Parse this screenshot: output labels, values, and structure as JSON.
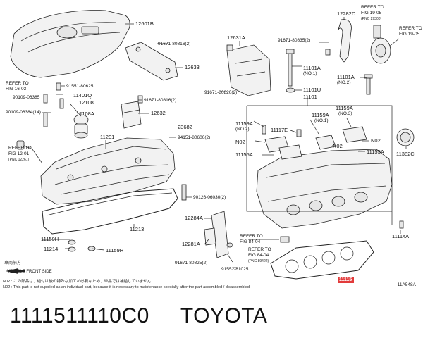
{
  "diagram": {
    "labels": {
      "p12601b": "12601B",
      "p91671_80816_top": "91671-80816(2)",
      "p12633": "12633",
      "refer_16_03_a": "REFER TO",
      "refer_16_03_b": "FIG 16-03",
      "p90109_06385": "90109-06385",
      "p91551_80625": "91551-80625",
      "p11401q": "11401Q",
      "p12108": "12108",
      "p90109_06384": "90109-06384(14)",
      "p12108a": "12108A",
      "p91671_80816_mid": "91671-80816(2)",
      "p12632": "12632",
      "p23682": "23682",
      "p94151_80600": "94151-80600(2)",
      "p11201": "11201",
      "refer_12_01_a": "REFER TO",
      "refer_12_01_b": "FIG 12-01",
      "refer_12_01_c": "(PNC 12261)",
      "p90126_06030": "90126-06030(2)",
      "p11213": "11213",
      "p11159h_a": "11159H",
      "p11214": "11214",
      "p11159h_b": "11159H",
      "p12631a": "12631A",
      "p91671_80820": "91671-80820(2)",
      "p11101a": "11101A",
      "p11101a_no": "(NO.1)",
      "p11101u": "11101U",
      "p11101": "11101",
      "p12282d": "12282D",
      "p91671_80835": "91671-80835(2)",
      "refer_19_05a_a": "REFER TO",
      "refer_19_05a_b": "FIG 19-05",
      "refer_19_05a_c": "(PNC 29300)",
      "refer_19_05b_a": "REFER TO",
      "refer_19_05b_b": "FIG 19-05",
      "p11101a_no2_a": "11101A",
      "p11101a_no2_b": "(NO.2)",
      "p11159a_no1_a": "11159A",
      "p11159a_no1_b": "(NO.1)",
      "p11159a_no2_a": "11159A",
      "p11159a_no2_b": "(NO.2)",
      "p11159a_no3_a": "11159A",
      "p11159a_no3_b": "(NO.3)",
      "p11117e": "11117E",
      "n02_a": "N02",
      "n02_b": "N02",
      "n02_c": "N02",
      "p11155a_a": "11155A",
      "p11155a_b": "11155A",
      "p11382c": "11382C",
      "p12284a": "12284A",
      "p12281a": "12281A",
      "refer_84_04a_a": "REFER TO",
      "refer_84_04a_b": "FIG 84-04",
      "refer_84_04b_a": "REFER TO",
      "refer_84_04b_b": "FIG 84-04",
      "refer_84_04b_c": "(PNC 89422)",
      "p91671_80825": "91671-80825(2)",
      "p91552_81025": "91552-81025",
      "p11114a": "11114A",
      "p11115": "11115"
    }
  },
  "front": {
    "jp": "車両前方",
    "en": "VEHICLE FRONT SIDE"
  },
  "notes": {
    "line1": "N02 : この部品は、組付け後の特殊な加工が必要なため、単品では補給していません",
    "line2": "N02 : This part is not supplied as an individual part, because it is necessary to maintenance specially after the part assembled / disassembled"
  },
  "ref_code": "11A548A",
  "caption": {
    "part_number": "1111511110C0",
    "brand": "TOYOTA"
  },
  "colors": {
    "highlight": "#e23b3b",
    "line": "#222222"
  }
}
